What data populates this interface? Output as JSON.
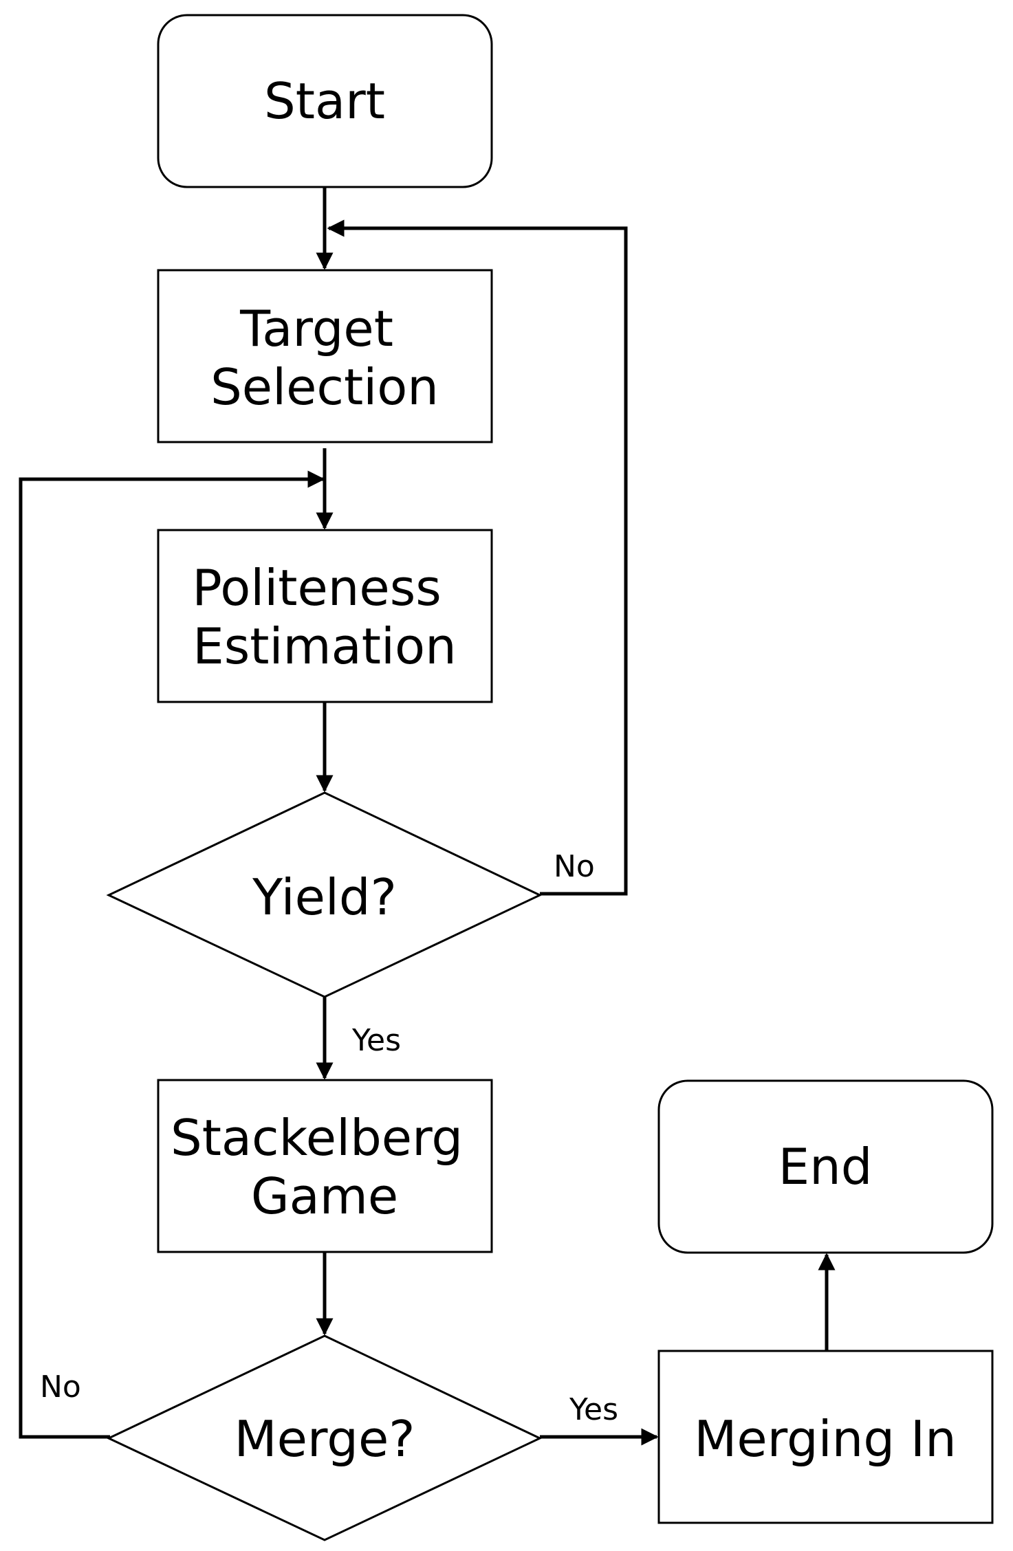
{
  "nodes": {
    "start": {
      "label": "Start"
    },
    "target_selection": {
      "lines": [
        "Target",
        "Selection"
      ]
    },
    "politeness_estimation": {
      "lines": [
        "Politeness",
        "Estimation"
      ]
    },
    "yield_decision": {
      "label": "Yield?"
    },
    "stackelberg_game": {
      "lines": [
        "Stackelberg",
        "Game"
      ]
    },
    "merge_decision": {
      "label": "Merge?"
    },
    "merging_in": {
      "label": "Merging In"
    },
    "end": {
      "label": "End"
    }
  },
  "edge_labels": {
    "yield_no": "No",
    "yield_yes": "Yes",
    "merge_no": "No",
    "merge_yes": "Yes"
  },
  "colors": {
    "stroke": "#000000",
    "background": "#ffffff"
  }
}
